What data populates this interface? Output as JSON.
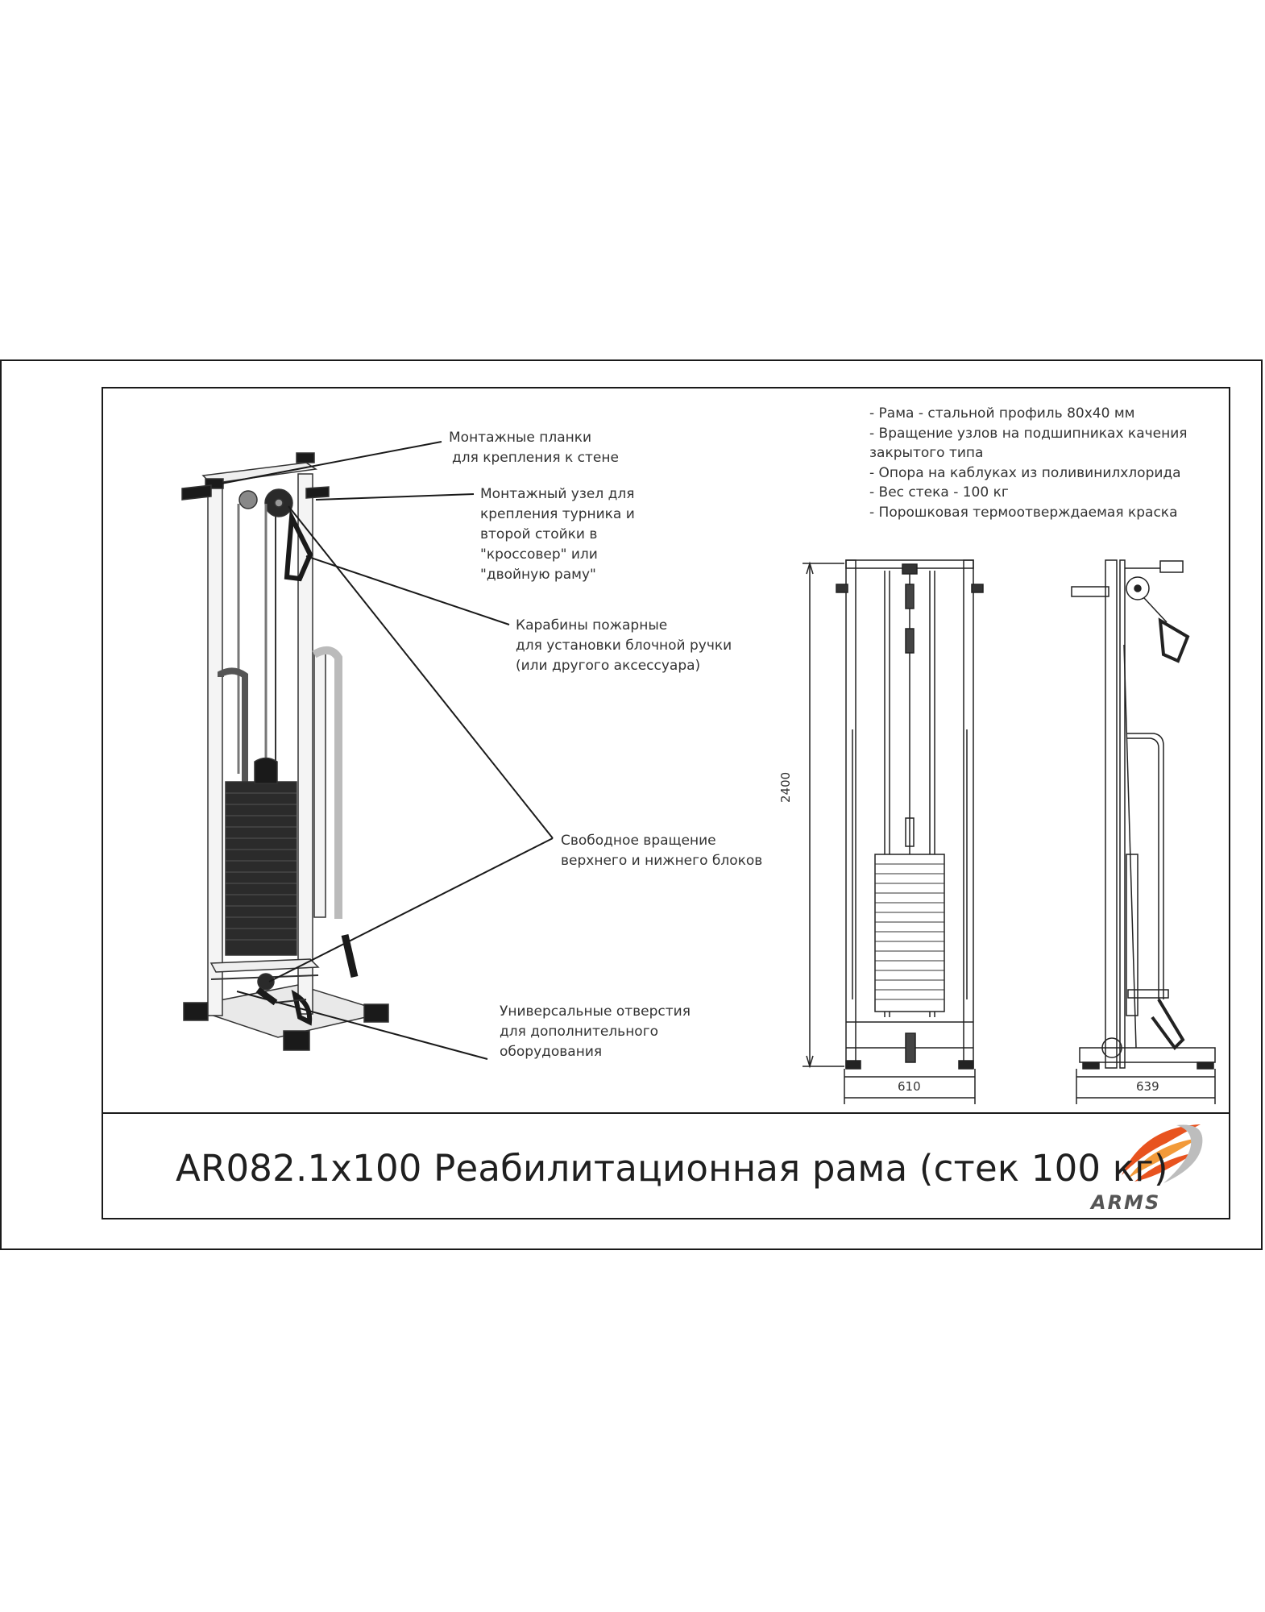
{
  "callouts": {
    "mount_plates": [
      "Монтажные планки",
      "для крепления к стене"
    ],
    "mount_node": [
      "Монтажный узел для",
      "крепления турника и",
      "второй стойки в",
      "\"кроссовер\" или",
      "\"двойную раму\""
    ],
    "carabiners": [
      "Карабины пожарные",
      "для установки блочной ручки",
      "(или другого аксессуара)"
    ],
    "rotation": [
      "Свободное вращение",
      "верхнего и нижнего блоков"
    ],
    "holes": [
      "Универсальные отверстия",
      "для дополнительного",
      "оборудования"
    ]
  },
  "specs": [
    "- Рама - стальной профиль 80х40 мм",
    "- Вращение узлов на подшипниках качения",
    "закрытого типа",
    "- Опора на каблуках из поливинилхлорида",
    "- Вес стека - 100 кг",
    "- Порошковая термоотверждаемая краска"
  ],
  "dimensions": {
    "height": "2400",
    "width_front": "610",
    "width_side": "639"
  },
  "title": "AR082.1x100 Реабилитационная рама (стек 100 кг)",
  "logo": {
    "text": "ARMS",
    "colors": [
      "#e8531f",
      "#f29a3a",
      "#555555"
    ]
  }
}
